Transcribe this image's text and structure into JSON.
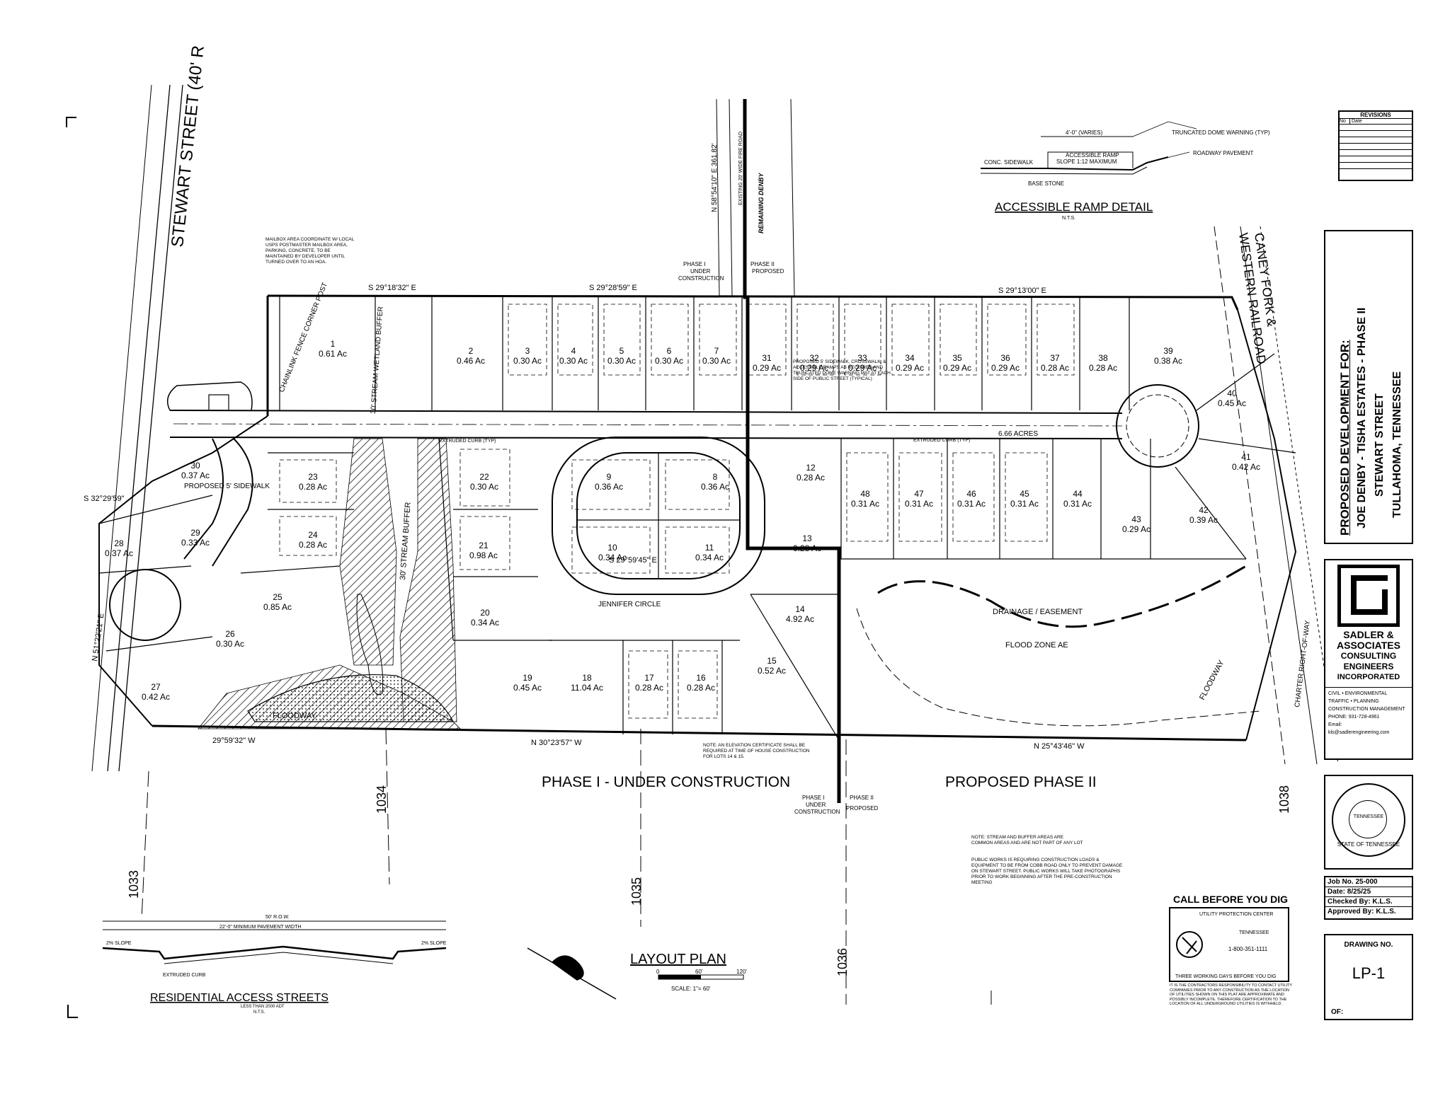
{
  "drawing": {
    "street_label": "STEWART STREET (40' R",
    "caney_fork": "CANEY FORK &",
    "western_railroad": "WESTERN RAILROAD",
    "phase1_label": "PHASE I - UNDER CONSTRUCTION",
    "phase2_label": "PROPOSED PHASE II",
    "phase1_small": "PHASE I",
    "under_construction": "UNDER",
    "construction": "CONSTRUCTION",
    "phase2_small": "PHASE II",
    "proposed": "PROPOSED",
    "remaining_denby": "REMAINING DENBY",
    "existing_road": "EXISTING 20' WIDE FIRE ROAD",
    "north_bearing_top": "N 58°54'10\" E 361.82'",
    "bearing_top_left": "S 29°18'32\" E",
    "bearing_top_mid": "S 29°28'59\" E",
    "bearing_top_right": "S 29°13'00\" E",
    "bearing_street": "S 29°59'45\" E",
    "bearing_bottom_left": "N 30°23'57\" W",
    "bearing_bottom_right": "N 25°43'46\" W",
    "bearing_bl": "29°59'32\" W",
    "bearing_left": "N 51°22'21\" E",
    "bearing_left2": "S 32°29'59\"",
    "drainage_easement": "DRAINAGE / EASEMENT",
    "flood_zone": "FLOOD ZONE AE",
    "floodway": "FLOODWAY",
    "floodway2": "FLOODWAY",
    "stream_buffer": "30' STREAM BUFFER",
    "wetland_buffer": "30' STREAM WETLAND BUFFER",
    "chainlink": "CHAINLINK FENCE CORNER POST",
    "proposed_sidewalk": "PROPOSED 5' SIDEWALK",
    "extruded_curb": "EXTRUDED CURB (TYP)",
    "charter_row": "CHARTER RIGHT-OF-WAY",
    "jennifer_circle": "JENNIFER CIRCLE",
    "mailbox_note": "MAILBOX AREA COORDINATE W/ LOCAL USPS POSTMASTER MAILBOX AREA, PARKING, CONCRETE, TO BE MAINTAINED BY DEVELOPER UNTIL TURNED OVER TO AN HOA.",
    "sidewalk_note": "PROPOSED 5' SIDEWALK, CROSSWALK, & ACCESSIBLE RAMPS AS REQUIRED AND TRUNCATED DOME WARNING MAT AT EACH SIDE OF PUBLIC STREET (TYPICAL)",
    "elevation_note": "NOTE: AN ELEVATION CERTIFICATE SHALL BE REQUIRED AT TIME OF HOUSE CONSTRUCTION FOR LOTS 14 & 15.",
    "stream_note": "NOTE: STREAM AND BUFFER AREAS ARE COMMON AREAS AND ARE NOT PART OF ANY LOT",
    "public_works_note": "PUBLIC WORKS IS REQUIRING CONSTRUCTION LOADS & EQUIPMENT TO BE FROM COBB ROAD ONLY TO PREVENT DAMAGE ON STEWART STREET. PUBLIC WORKS WILL TAKE PHOTOGRAPHS PRIOR TO WORK BEGINNING AFTER THE PRE-CONSTRUCTION MEETING",
    "grid_1033": "1033",
    "grid_1034": "1034",
    "grid_1035": "1035",
    "grid_1036": "1036",
    "grid_1038": "1038",
    "acres_label": "6.66 ACRES"
  },
  "lots": [
    {
      "n": "1",
      "ac": "0.61 Ac"
    },
    {
      "n": "2",
      "ac": "0.46 Ac"
    },
    {
      "n": "3",
      "ac": "0.30 Ac"
    },
    {
      "n": "4",
      "ac": "0.30 Ac"
    },
    {
      "n": "5",
      "ac": "0.30 Ac"
    },
    {
      "n": "6",
      "ac": "0.30 Ac"
    },
    {
      "n": "7",
      "ac": "0.30 Ac"
    },
    {
      "n": "8",
      "ac": "0.36 Ac"
    },
    {
      "n": "9",
      "ac": "0.36 Ac"
    },
    {
      "n": "10",
      "ac": "0.34 Ac"
    },
    {
      "n": "11",
      "ac": "0.34 Ac"
    },
    {
      "n": "12",
      "ac": "0.28 Ac"
    },
    {
      "n": "13",
      "ac": "0.28 Ac"
    },
    {
      "n": "14",
      "ac": "4.92 Ac"
    },
    {
      "n": "15",
      "ac": "0.52 Ac"
    },
    {
      "n": "16",
      "ac": "0.28 Ac"
    },
    {
      "n": "17",
      "ac": "0.28 Ac"
    },
    {
      "n": "18",
      "ac": "11.04 Ac"
    },
    {
      "n": "19",
      "ac": "0.45 Ac"
    },
    {
      "n": "20",
      "ac": "0.34 Ac"
    },
    {
      "n": "21",
      "ac": "0.98 Ac"
    },
    {
      "n": "22",
      "ac": "0.30 Ac"
    },
    {
      "n": "23",
      "ac": "0.28 Ac"
    },
    {
      "n": "24",
      "ac": "0.28 Ac"
    },
    {
      "n": "25",
      "ac": "0.85 Ac"
    },
    {
      "n": "26",
      "ac": "0.30 Ac"
    },
    {
      "n": "27",
      "ac": "0.42 Ac"
    },
    {
      "n": "28",
      "ac": "0.37 Ac"
    },
    {
      "n": "29",
      "ac": "0.33 Ac"
    },
    {
      "n": "30",
      "ac": "0.37 Ac"
    },
    {
      "n": "31",
      "ac": "0.29 Ac"
    },
    {
      "n": "32",
      "ac": "0.29 Ac"
    },
    {
      "n": "33",
      "ac": "0.29 Ac"
    },
    {
      "n": "34",
      "ac": "0.29 Ac"
    },
    {
      "n": "35",
      "ac": "0.29 Ac"
    },
    {
      "n": "36",
      "ac": "0.29 Ac"
    },
    {
      "n": "37",
      "ac": "0.28 Ac"
    },
    {
      "n": "38",
      "ac": "0.28 Ac"
    },
    {
      "n": "39",
      "ac": "0.38 Ac"
    },
    {
      "n": "40",
      "ac": "0.45 Ac"
    },
    {
      "n": "41",
      "ac": "0.42 Ac"
    },
    {
      "n": "42",
      "ac": "0.39 Ac"
    },
    {
      "n": "43",
      "ac": "0.29 Ac"
    },
    {
      "n": "44",
      "ac": "0.31 Ac"
    },
    {
      "n": "45",
      "ac": "0.31 Ac"
    },
    {
      "n": "46",
      "ac": "0.31 Ac"
    },
    {
      "n": "47",
      "ac": "0.31 Ac"
    },
    {
      "n": "48",
      "ac": "0.31 Ac"
    }
  ],
  "ramp_detail": {
    "title": "ACCESSIBLE RAMP DETAIL",
    "nts": "N.T.S.",
    "width": "4'-0\" (VARIES)",
    "ramp": "ACCESSIBLE RAMP",
    "slope": "SLOPE 1:12 MAXIMUM",
    "sidewalk": "CONC. SIDEWALK",
    "base": "BASE STONE",
    "truncated": "TRUNCATED DOME WARNING (TYP)",
    "pavement": "ROADWAY PAVEMENT"
  },
  "street_section": {
    "title": "RESIDENTIAL ACCESS STREETS",
    "sub": "LESS THAN 2000 ADT",
    "nts": "N.T.S.",
    "row": "50' R.O.W.",
    "pavement": "22'-0\" MINIMUM PAVEMENT WIDTH",
    "slope_l": "2% SLOPE",
    "slope_r": "2% SLOPE",
    "curb": "EXTRUDED CURB"
  },
  "layout_plan": {
    "title": "LAYOUT PLAN",
    "s0": "0",
    "s60": "60'",
    "s120": "120'",
    "scale": "SCALE: 1\"= 60'"
  },
  "dig": {
    "title": "CALL BEFORE YOU DIG",
    "center": "UTILITY PROTECTION CENTER",
    "state": "TENNESSEE",
    "phone": "1-800-351-1111",
    "days": "THREE WORKING DAYS BEFORE YOU DIG",
    "disclaimer": "IT IS THE CONTRACTORS RESPONSIBILITY TO CONTACT UTILITY COMPANIES PRIOR TO ANY CONSTRUCTION AS THE LOCATION OF UTILITIES SHOWN ON THIS PLAT ARE APPROXIMATE AND POSSIBLY INCOMPLETE. THEREFORE CERTIFICATION TO THE LOCATION OF ALL UNDERGROUND UTILITIES IS WITHHELD."
  },
  "title_block": {
    "revisions": "REVISIONS",
    "no": "No",
    "date": "Date",
    "dev_for": "PROPOSED DEVELOPMENT FOR:",
    "project": "JOE DENBY - TISHA ESTATES - PHASE II",
    "street": "STEWART STREET",
    "city": "TULLAHOMA, TENNESSEE",
    "firm1": "SADLER &",
    "firm2": "ASSOCIATES",
    "firm3": "CONSULTING",
    "firm4": "ENGINEERS",
    "firm5": "INCORPORATED",
    "serv1": "CIVIL • ENVIRONMENTAL",
    "serv2": "TRAFFIC • PLANNING",
    "serv3": "CONSTRUCTION MANAGEMENT",
    "phone": "PHONE: 931-728-4961",
    "email_lbl": "Email:",
    "email": "kls@sadlerengineering.com",
    "seal_top": "TENNESSEE",
    "seal_bottom": "STATE OF TENNESSEE",
    "job_no": "Job No.  25-000",
    "date_val": "Date:  8/25/25",
    "checked": "Checked By: K.L.S.",
    "approved": "Approved By: K.L.S.",
    "drawing_no": "DRAWING NO.",
    "sheet": "LP-1",
    "of": "OF:"
  }
}
